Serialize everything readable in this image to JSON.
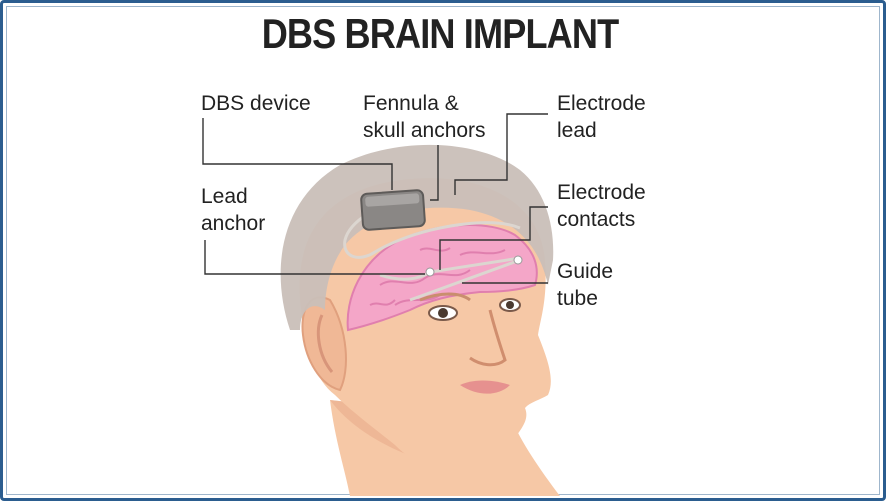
{
  "title": "DBS BRAIN IMPLANT",
  "labels": {
    "dbs_device": "DBS device",
    "fennula_line1": "Fennula &",
    "fennula_line2": "skull anchors",
    "electrode_lead_line1": "Electrode",
    "electrode_lead_line2": "lead",
    "lead_anchor_line1": "Lead",
    "lead_anchor_line2": "anchor",
    "electrode_contacts_line1": "Electrode",
    "electrode_contacts_line2": "contacts",
    "guide_tube_line1": "Guide",
    "guide_tube_line2": "tube"
  },
  "colors": {
    "frame": "#2b5d8f",
    "skin": "#f6c8a6",
    "skin_shadow": "#e8a988",
    "cap": "#c9bfb8",
    "brain": "#f4a6c8",
    "brain_dark": "#e07fae",
    "device": "#8a8785",
    "leader_line": "#333333",
    "text": "#222222"
  }
}
